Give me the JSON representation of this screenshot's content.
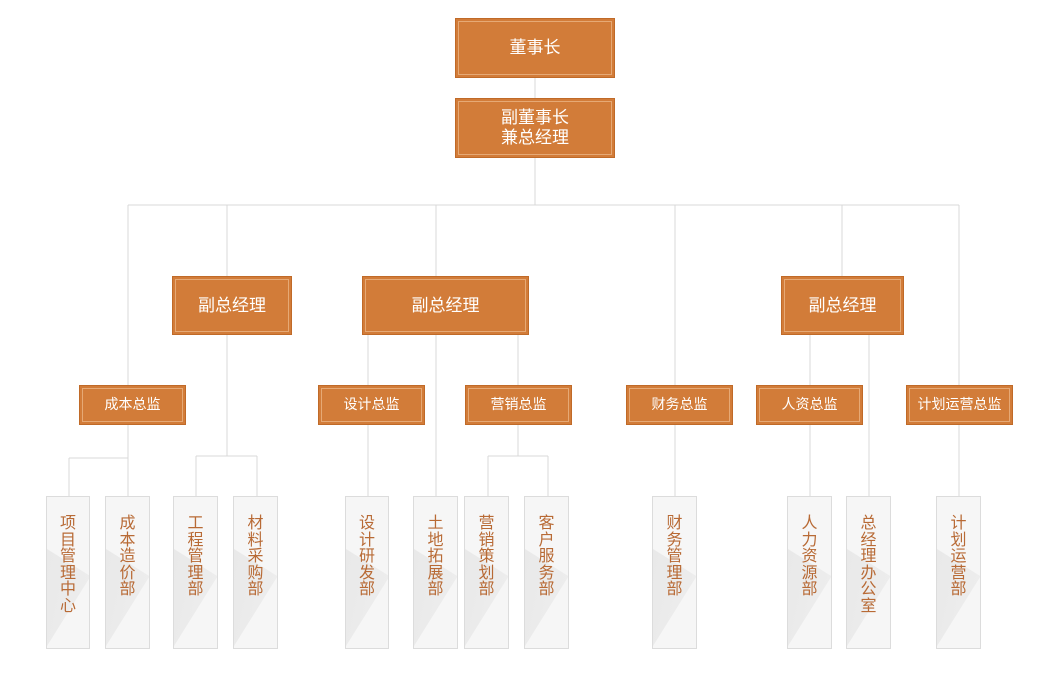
{
  "chairman": "董事长",
  "vice_chairman": "副董事长\n兼总经理",
  "deputy_gms": [
    "副总经理",
    "副总经理",
    "副总经理"
  ],
  "directors": {
    "cost": "成本总监",
    "design": "设计总监",
    "marketing": "营销总监",
    "finance": "财务总监",
    "hr": "人资总监",
    "planning": "计划运营总监"
  },
  "departments": {
    "project_center": "项目管理中心",
    "cost_pricing": "成本造价部",
    "engineering": "工程管理部",
    "material_purchase": "材料采购部",
    "design_rd": "设计研发部",
    "land_expansion": "土地拓展部",
    "marketing_planning": "营销策划部",
    "customer_service": "客户服务部",
    "finance_mgmt": "财务管理部",
    "human_resources": "人力资源部",
    "gm_office": "总经理办公室",
    "planning_ops": "计划运营部"
  },
  "colors": {
    "box_fill": "#d27c39",
    "box_text": "#ffffff",
    "dept_text": "#b86a35",
    "line": "#d9d9d9",
    "dept_fill": "#f6f6f6"
  }
}
